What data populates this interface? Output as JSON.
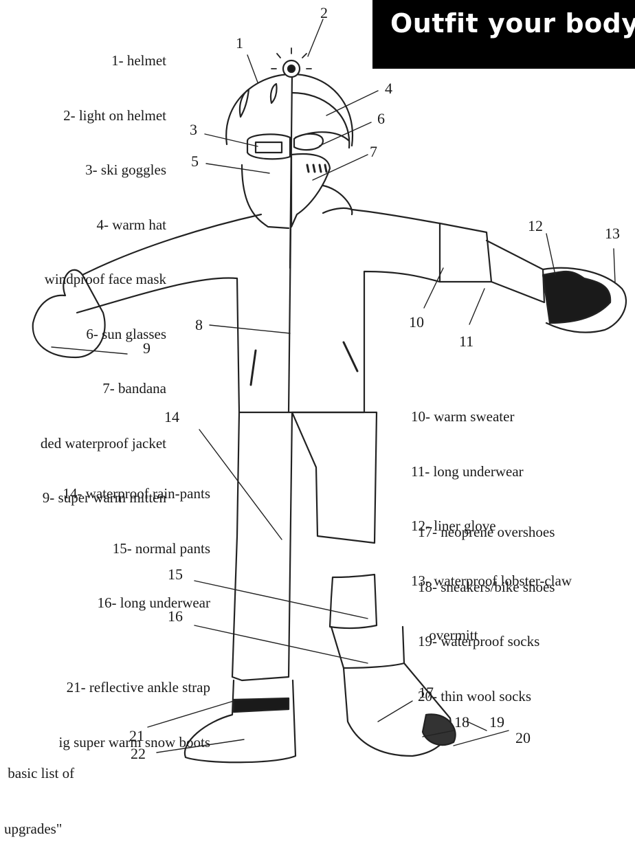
{
  "banner": {
    "title": "Outfit your body."
  },
  "legend_head": [
    "1- helmet",
    "2- light on helmet",
    "3- ski goggles",
    "4- warm hat",
    "windproof face mask",
    "6- sun glasses",
    "7- bandana",
    "ded waterproof jacket",
    "9- super warm mitten"
  ],
  "legend_arm": [
    "10- warm sweater",
    "11- long underwear",
    "12- liner glove",
    "13- waterproof lobster-claw",
    "     overmitt"
  ],
  "legend_legs": [
    "14- waterproof rain-pants",
    "15- normal pants",
    "16- long underwear"
  ],
  "legend_feet": [
    "17- neoprene overshoes",
    "18- sneakers/bike shoes",
    "19- waterproof socks",
    "20- thin wool socks"
  ],
  "legend_ankle": [
    "21- reflective ankle strap",
    "ig super warm snow boots"
  ],
  "bottom_note": [
    " basic list of",
    "upgrades\""
  ],
  "callouts": [
    "1",
    "2",
    "3",
    "4",
    "5",
    "6",
    "7",
    "8",
    "9",
    "10",
    "11",
    "12",
    "13",
    "14",
    "15",
    "16",
    "17",
    "18",
    "19",
    "20",
    "21",
    "22"
  ]
}
